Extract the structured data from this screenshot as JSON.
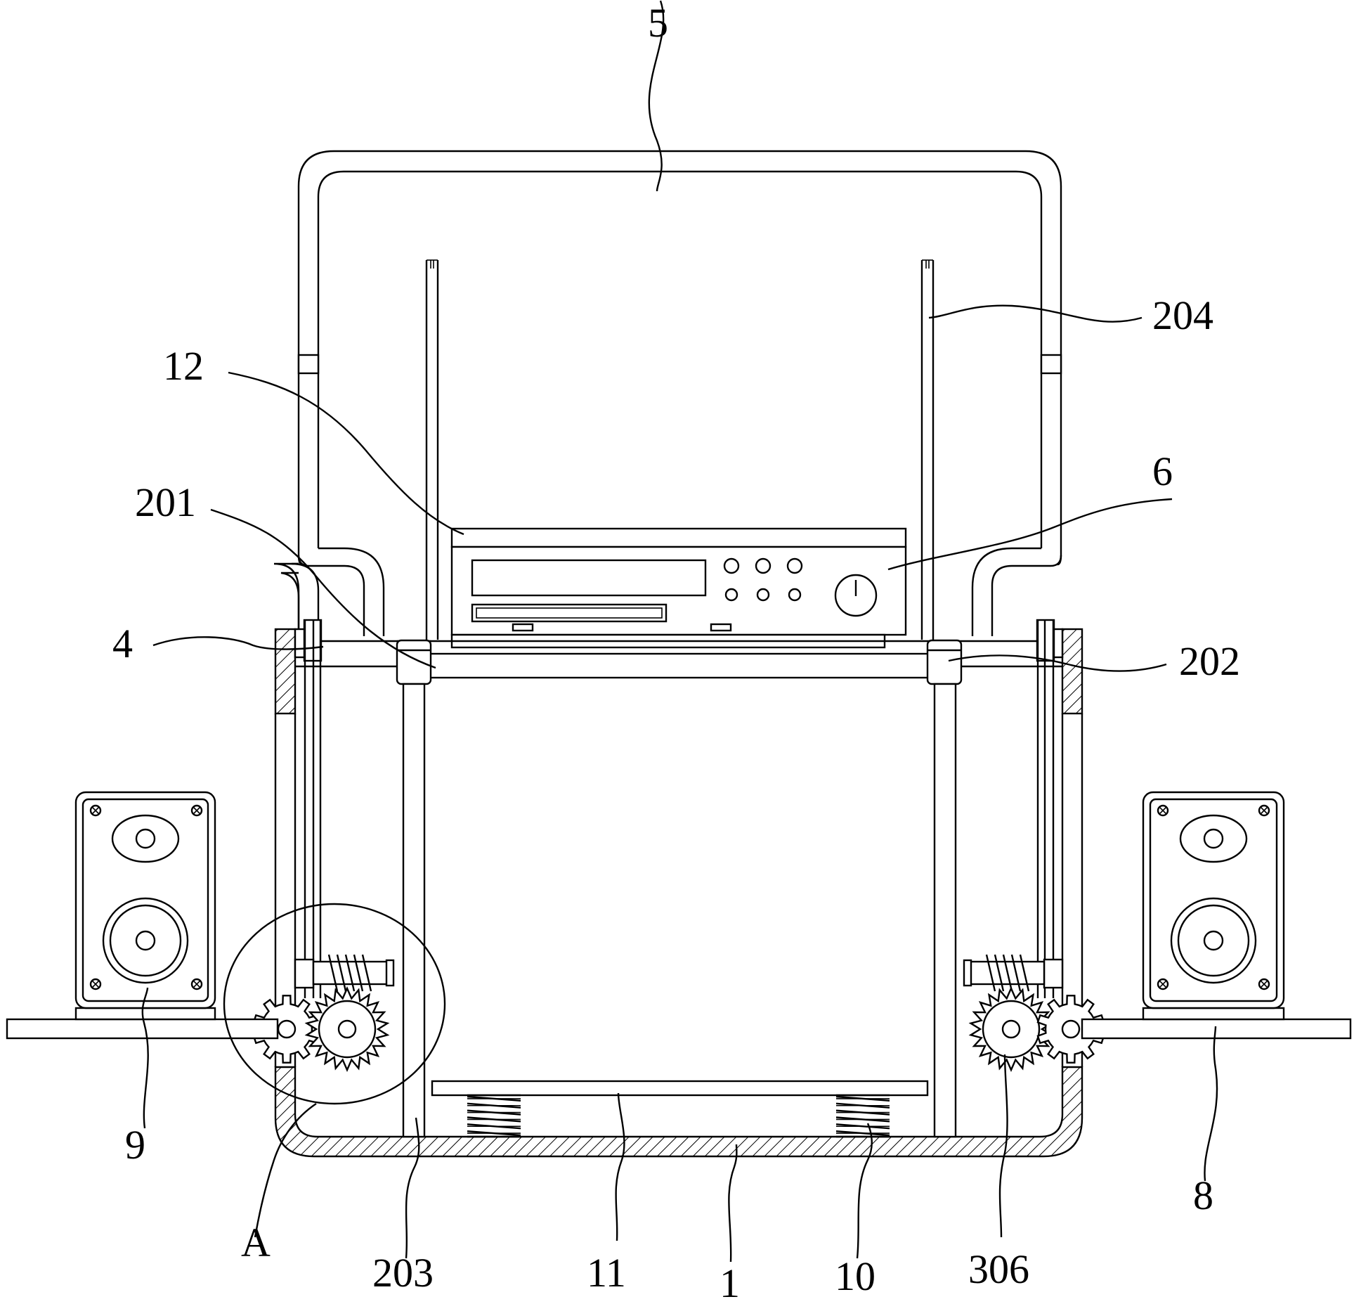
{
  "labels": {
    "l5": "5",
    "l204": "204",
    "l12": "12",
    "l6": "6",
    "l201": "201",
    "l4": "4",
    "l202": "202",
    "l9": "9",
    "l8": "8",
    "lA": "A",
    "l203": "203",
    "l11": "11",
    "l1": "1",
    "l10": "10",
    "l306": "306"
  }
}
